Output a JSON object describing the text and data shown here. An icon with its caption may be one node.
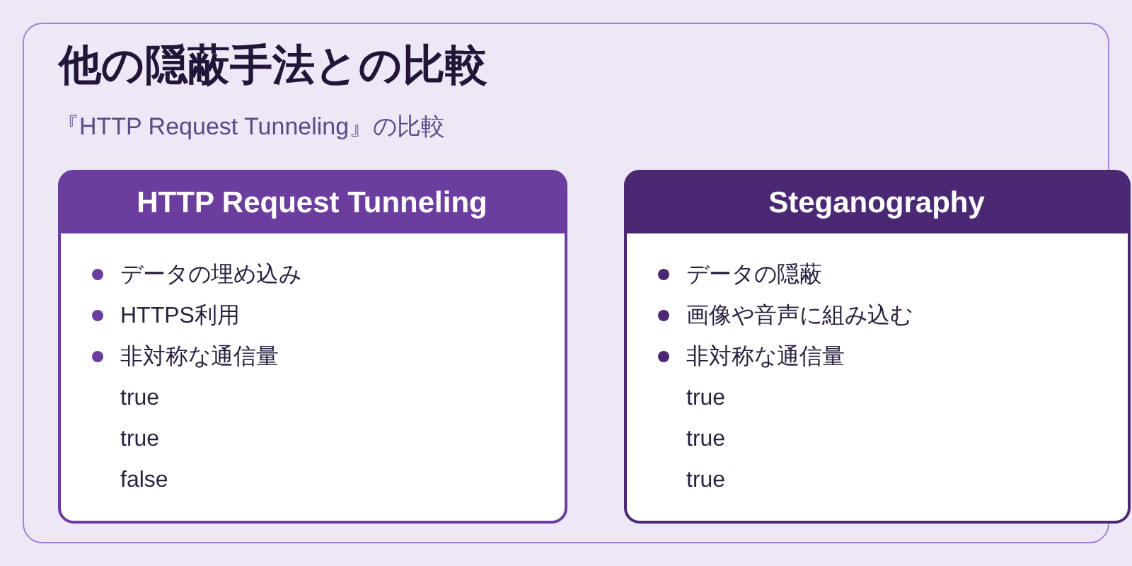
{
  "diagram": {
    "nodes": [
      {
        "text": [
          "他の隠蔽手法との比較",
          "『HTTP Request Tunneling』の比較"
        ]
      },
      {
        "text": [
          "HTTP Request Tunneling",
          "データの埋め込み",
          "HTTPS利用",
          "非対称な通信量",
          "true",
          "true",
          "false"
        ],
        "in": 0
      },
      {
        "text": [
          "Steganography",
          "データの隠蔽",
          "画像や音声に組み込む",
          "非対称な通信量",
          "true",
          "true",
          "true"
        ],
        "in": 0
      }
    ]
  }
}
